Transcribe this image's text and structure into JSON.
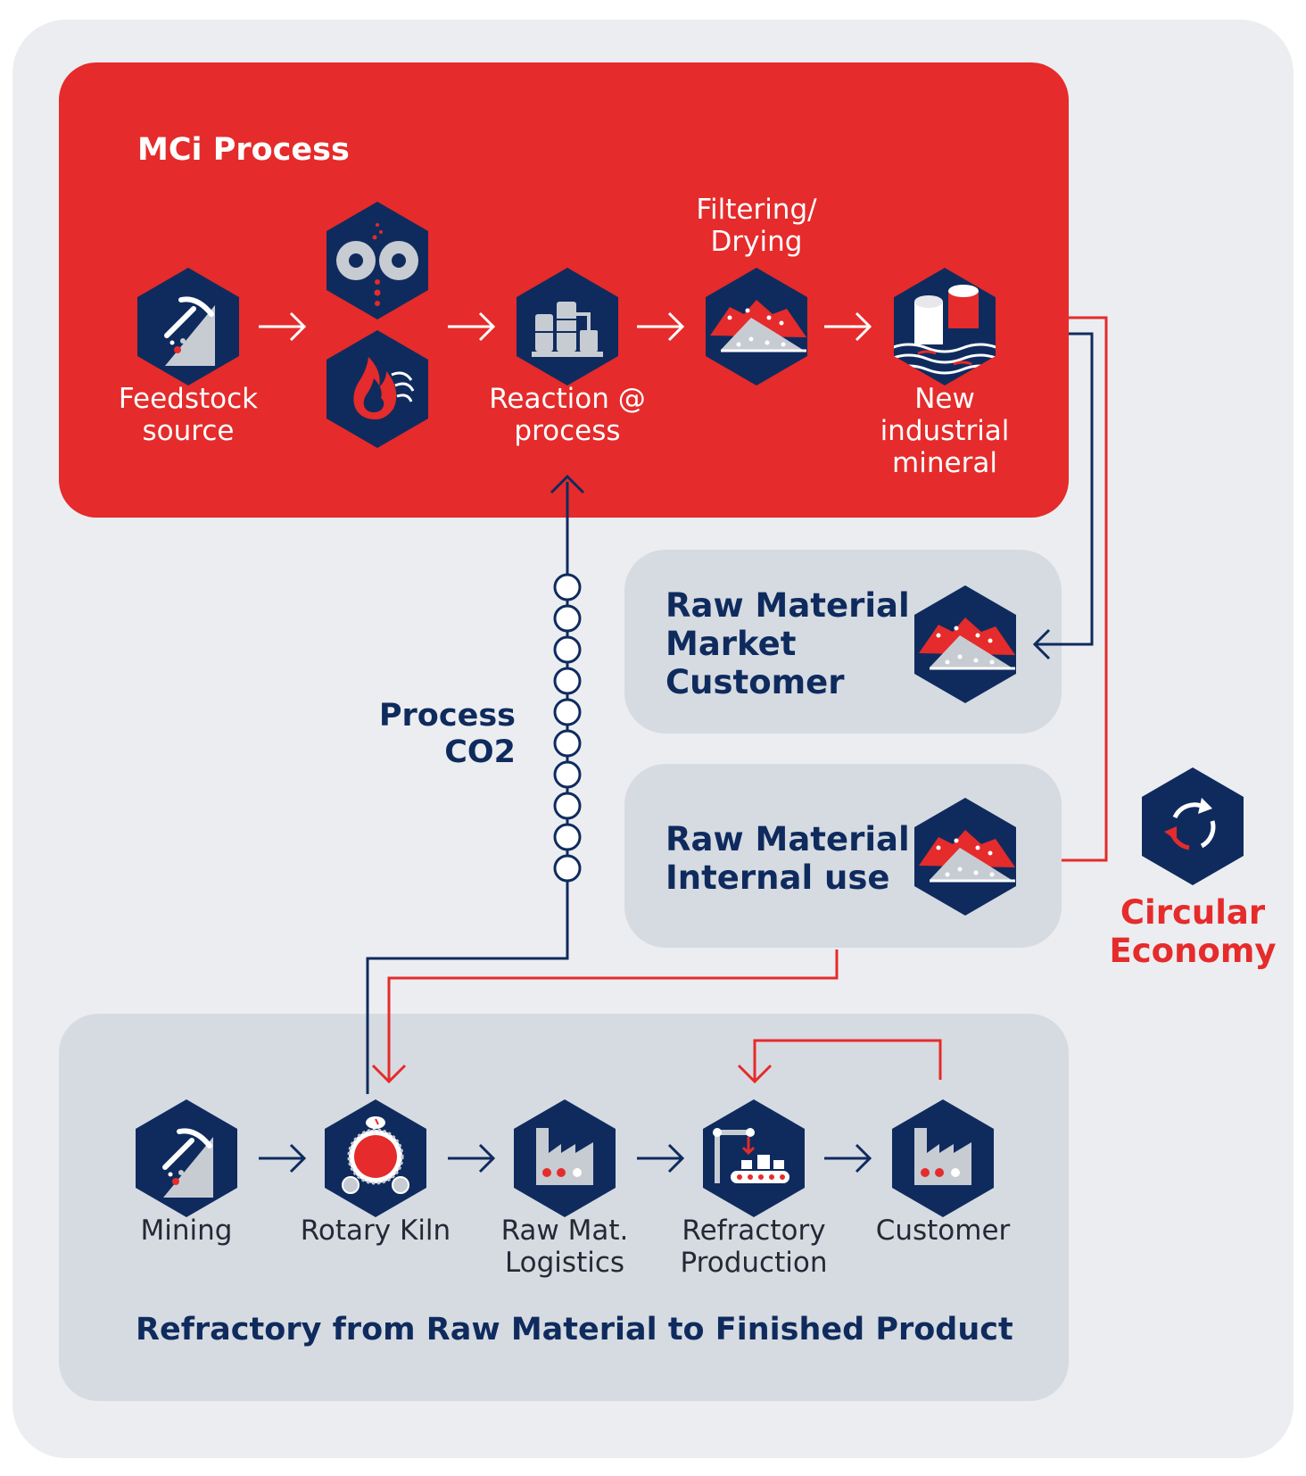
{
  "mci": {
    "title": "MCi Process",
    "steps": {
      "feedstock": "Feedstock\nsource",
      "filtering": "Filtering/\nDrying",
      "reaction": "Reaction @\nprocess",
      "new_mineral": "New\nindustrial\nmineral"
    }
  },
  "process_co2": "Process\nCO2",
  "raw_market": "Raw Material\nMarket\nCustomer",
  "raw_internal": "Raw Material\nInternal use",
  "circular": "Circular\nEconomy",
  "refractory": {
    "title": "Refractory from Raw Material to Finished Product",
    "steps": {
      "mining": "Mining",
      "kiln": "Rotary Kiln",
      "logistics": "Raw Mat.\nLogistics",
      "production": "Refractory\nProduction",
      "customer": "Customer"
    }
  },
  "colors": {
    "red": "#e52b2b",
    "navy": "#0f2b5e",
    "panel_grey": "#d6dbe1",
    "background": "#ecedf0"
  },
  "icons": {
    "feedstock": "pickaxe-rock-icon",
    "crusher": "crusher-rollers-icon",
    "heat": "flame-icon",
    "reaction": "reactor-plant-icon",
    "filtering": "mineral-pile-icon",
    "new_mineral": "paper-rolls-icon",
    "raw_market": "mineral-pile-icon",
    "raw_internal": "mineral-pile-icon",
    "circular": "recycle-arrows-icon",
    "mining": "pickaxe-rock-icon",
    "kiln": "rotary-kiln-icon",
    "logistics": "factory-icon",
    "production": "robot-arm-conveyor-icon",
    "customer": "factory-icon"
  }
}
